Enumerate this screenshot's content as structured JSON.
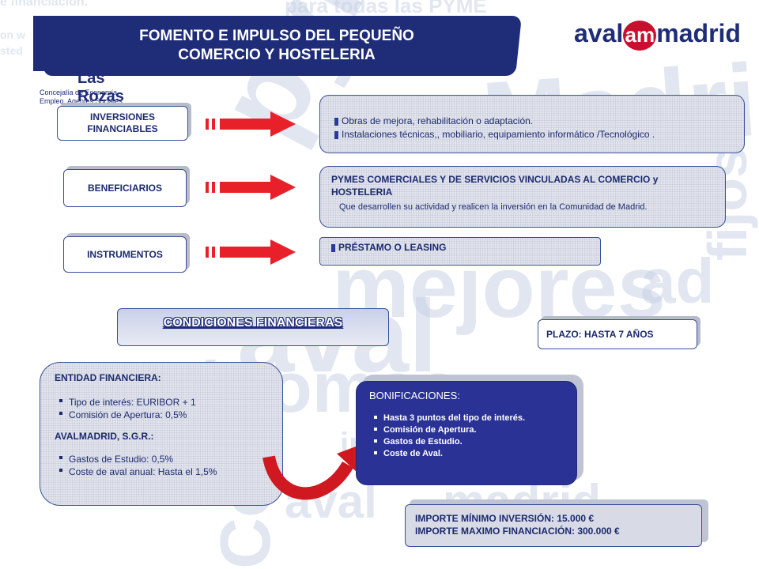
{
  "header": {
    "title_line1": "FOMENTO E IMPULSO DEL PEQUEÑO",
    "title_line2": "COMERCIO Y HOSTELERIA",
    "logo_left": {
      "name": "Las Rozas",
      "line1": "Concejalía de Economía,",
      "line2": "Empleo, Agentes Sociales"
    },
    "logo_right": {
      "part1": "aval",
      "part2": "am",
      "part3": "madrid"
    }
  },
  "background_words": [
    "e financiación.",
    "para todas las PYME",
    "Madrid",
    "pyme",
    "mejores",
    "aval",
    "tónomos",
    "aval",
    "madrid",
    "Com",
    "costes",
    "fijos",
    "ad",
    "inv",
    "on w",
    "sted"
  ],
  "rows": [
    {
      "label": "INVERSIONES FINANCIABLES",
      "items": [
        "Obras de mejora, rehabilitación o adaptación.",
        "Instalaciones técnicas,, mobiliario, equipamiento informático /Tecnológico ."
      ]
    },
    {
      "label": "BENEFICIARIOS",
      "heading": "PYMES COMERCIALES Y DE SERVICIOS VINCULADAS AL COMERCIO y HOSTELERIA",
      "sub": "Que desarrollen su actividad y realicen la inversión en la Comunidad de Madrid."
    },
    {
      "label": "INSTRUMENTOS",
      "item": "PRÉSTAMO O LEASING"
    }
  ],
  "conditions": {
    "title": "CONDICIONES FINANCIERAS",
    "plazo": "PLAZO: HASTA 7 AÑOS",
    "entidad_heading": "ENTIDAD FINANCIERA:",
    "entidad_items": [
      "Tipo de interés: EURIBOR + 1",
      "Comisión de Apertura: 0,5%"
    ],
    "aval_heading": "AVALMADRID, S.G.R.:",
    "aval_items": [
      "Gastos de Estudio: 0,5%",
      "Coste de aval anual: Hasta el 1,5%"
    ],
    "bonif_heading": "BONIFICACIONES:",
    "bonif_items": [
      "Hasta 3 puntos del tipo de interés.",
      "Comisión de Apertura.",
      "Gastos de Estudio.",
      "Coste de Aval."
    ],
    "importe_min": "IMPORTE MÍNIMO INVERSIÓN: 15.000 €",
    "importe_max": "IMPORTE MAXIMO FINANCIACIÓN: 300.000 €"
  },
  "colors": {
    "navy": "#1f2c78",
    "box_fill": "#e2e5ee",
    "arrow_red": "#e8202a",
    "bonif_blue": "#2a3296"
  }
}
